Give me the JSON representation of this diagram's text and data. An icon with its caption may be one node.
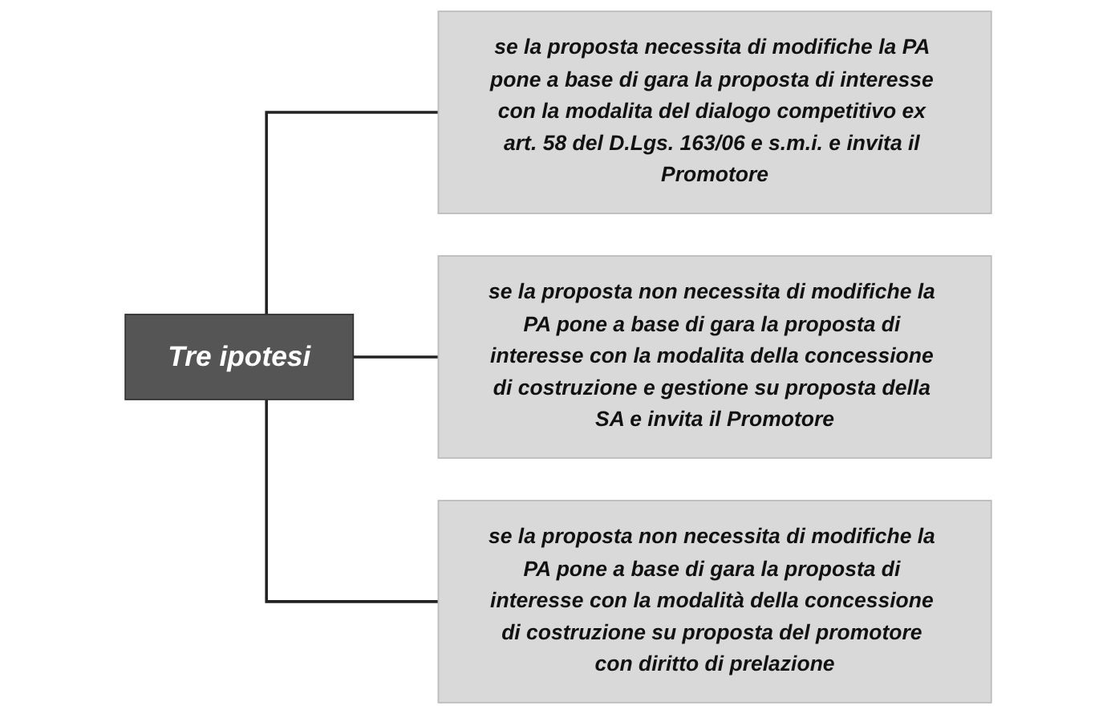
{
  "diagram": {
    "nodes": [
      {
        "text": [
          "Tre ipotesi"
        ]
      },
      {
        "text": [
          "**se** la proposta **necessita** di modifiche la PA pone a base di gara la proposta di interesse con la modalita del dialogo competitivo ex art. 58 del D.Lgs. 163/06 e s.m.i. e invita il Promotore"
        ]
      },
      {
        "text": [
          "**se** la proposta **non necessita** di modifiche la PA pone a base di gara la proposta di interesse con la modalita della concessione di costruzione e gestione su proposta della SA e invita il Promotore"
        ]
      },
      {
        "text": [
          "**se** la proposta **non necessita** di modifiche la PA pone a base di gara la proposta di interesse con la modalità della concessione di costruzione su proposta del promotore con diritto di prelazione"
        ]
      }
    ],
    "edges": [
      {
        "from": 0,
        "to": 1,
        "arrow": "none"
      },
      {
        "from": 0,
        "to": 2,
        "arrow": "none"
      },
      {
        "from": 0,
        "to": 3,
        "arrow": "none"
      }
    ]
  }
}
